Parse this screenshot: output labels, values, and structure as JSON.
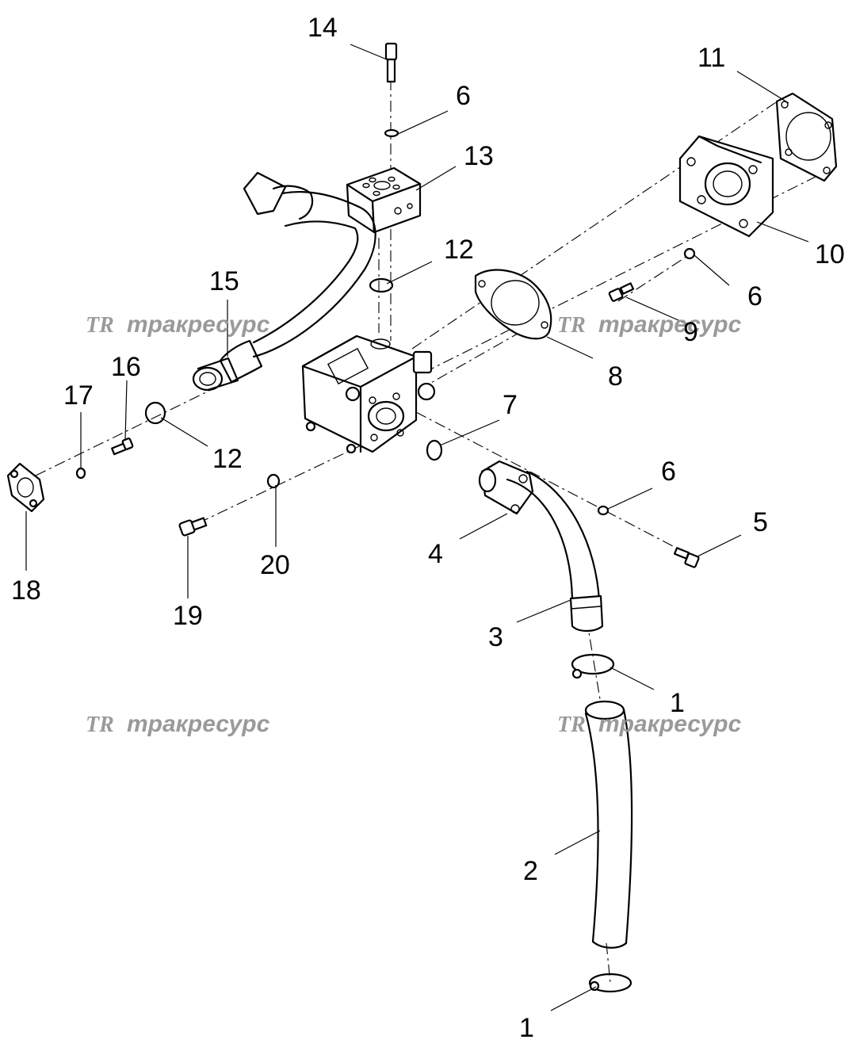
{
  "callouts": {
    "c1a": "1",
    "c1b": "1",
    "c2": "2",
    "c3": "3",
    "c4": "4",
    "c5": "5",
    "c6a": "6",
    "c6b": "6",
    "c6c": "6",
    "c7": "7",
    "c8": "8",
    "c9": "9",
    "c10": "10",
    "c11": "11",
    "c12a": "12",
    "c12b": "12",
    "c13": "13",
    "c14": "14",
    "c15": "15",
    "c16": "16",
    "c17": "17",
    "c18": "18",
    "c19": "19",
    "c20": "20"
  },
  "watermark": {
    "logo": "TR",
    "text": "тракресурс"
  }
}
